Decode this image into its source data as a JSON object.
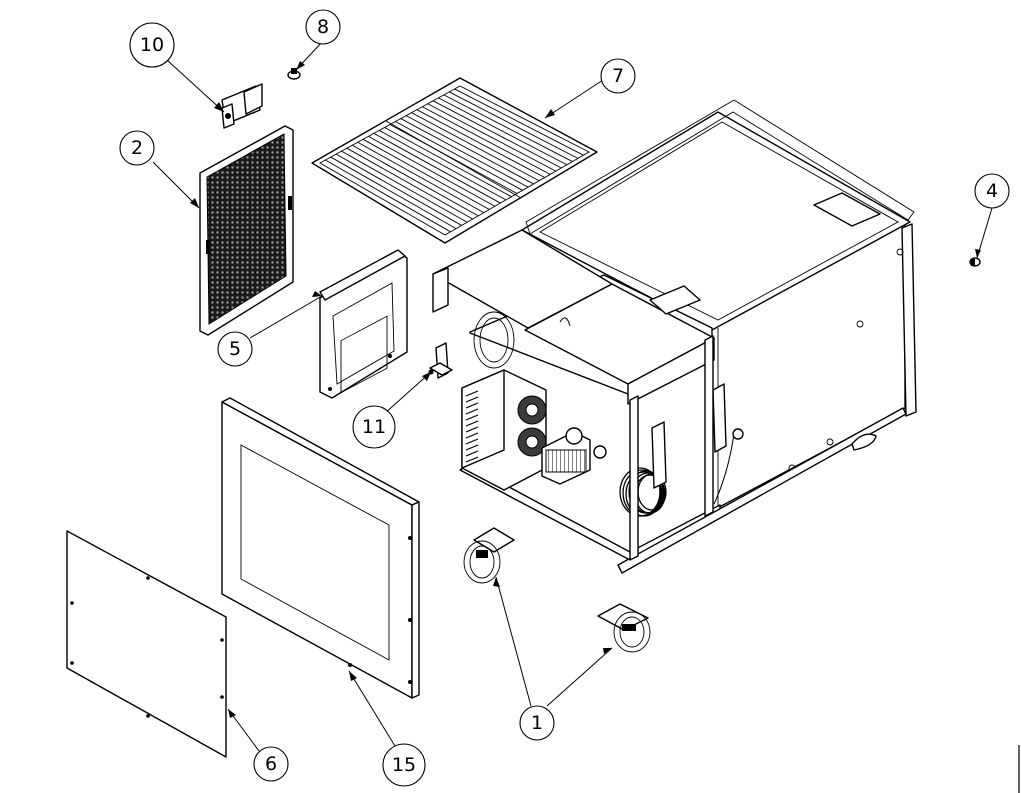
{
  "callouts": [
    {
      "id": "10",
      "label": "10"
    },
    {
      "id": "8",
      "label": "8"
    },
    {
      "id": "7",
      "label": "7"
    },
    {
      "id": "2",
      "label": "2"
    },
    {
      "id": "4",
      "label": "4"
    },
    {
      "id": "5",
      "label": "5"
    },
    {
      "id": "11",
      "label": "11"
    },
    {
      "id": "1",
      "label": "1"
    },
    {
      "id": "6",
      "label": "6"
    },
    {
      "id": "15",
      "label": "15"
    }
  ]
}
